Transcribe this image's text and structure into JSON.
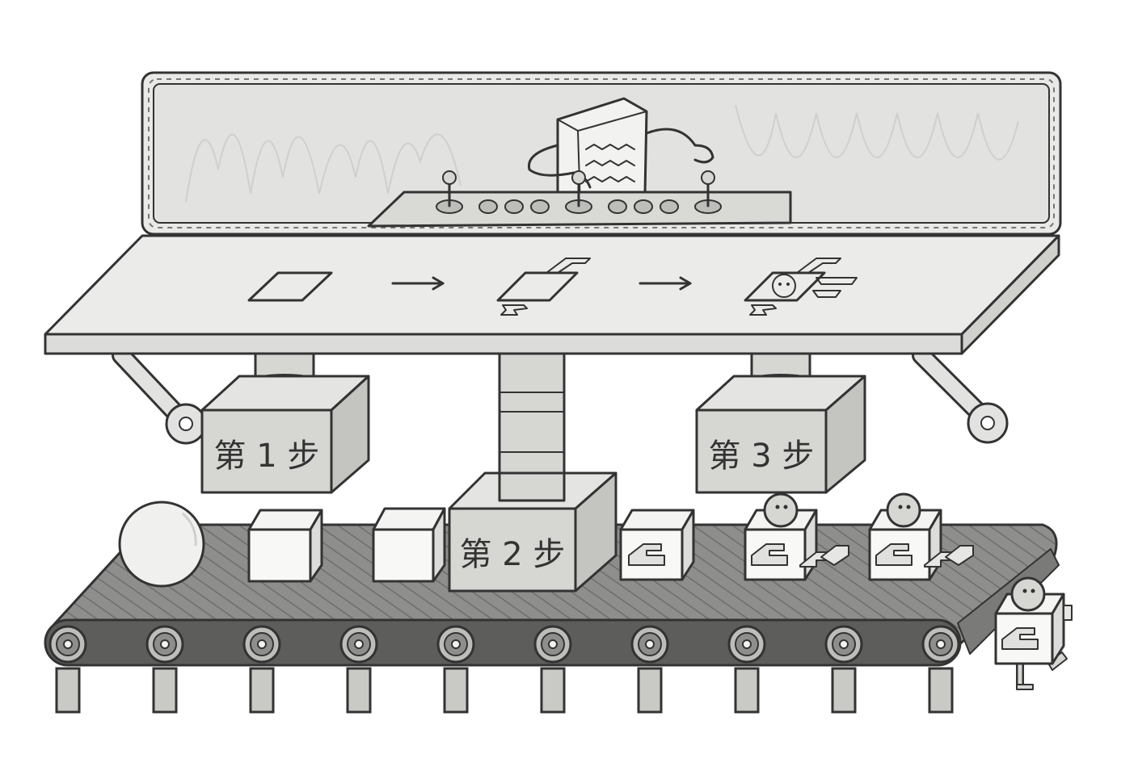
{
  "steps": [
    {
      "label": "第 1 步"
    },
    {
      "label": "第 2 步"
    },
    {
      "label": "第 3 步"
    }
  ],
  "colors": {
    "outline": "#333333",
    "panel": "#e9e9e8",
    "box": "#d6d6d3",
    "belt": "#8e8f8c",
    "belt_dark": "#5d5e5b",
    "white": "#f8f8f6"
  },
  "icons": [
    "control-robot-icon",
    "square-icon",
    "arrow-right-icon",
    "partial-robot-icon",
    "full-robot-icon",
    "ball-icon",
    "robot-icon"
  ]
}
